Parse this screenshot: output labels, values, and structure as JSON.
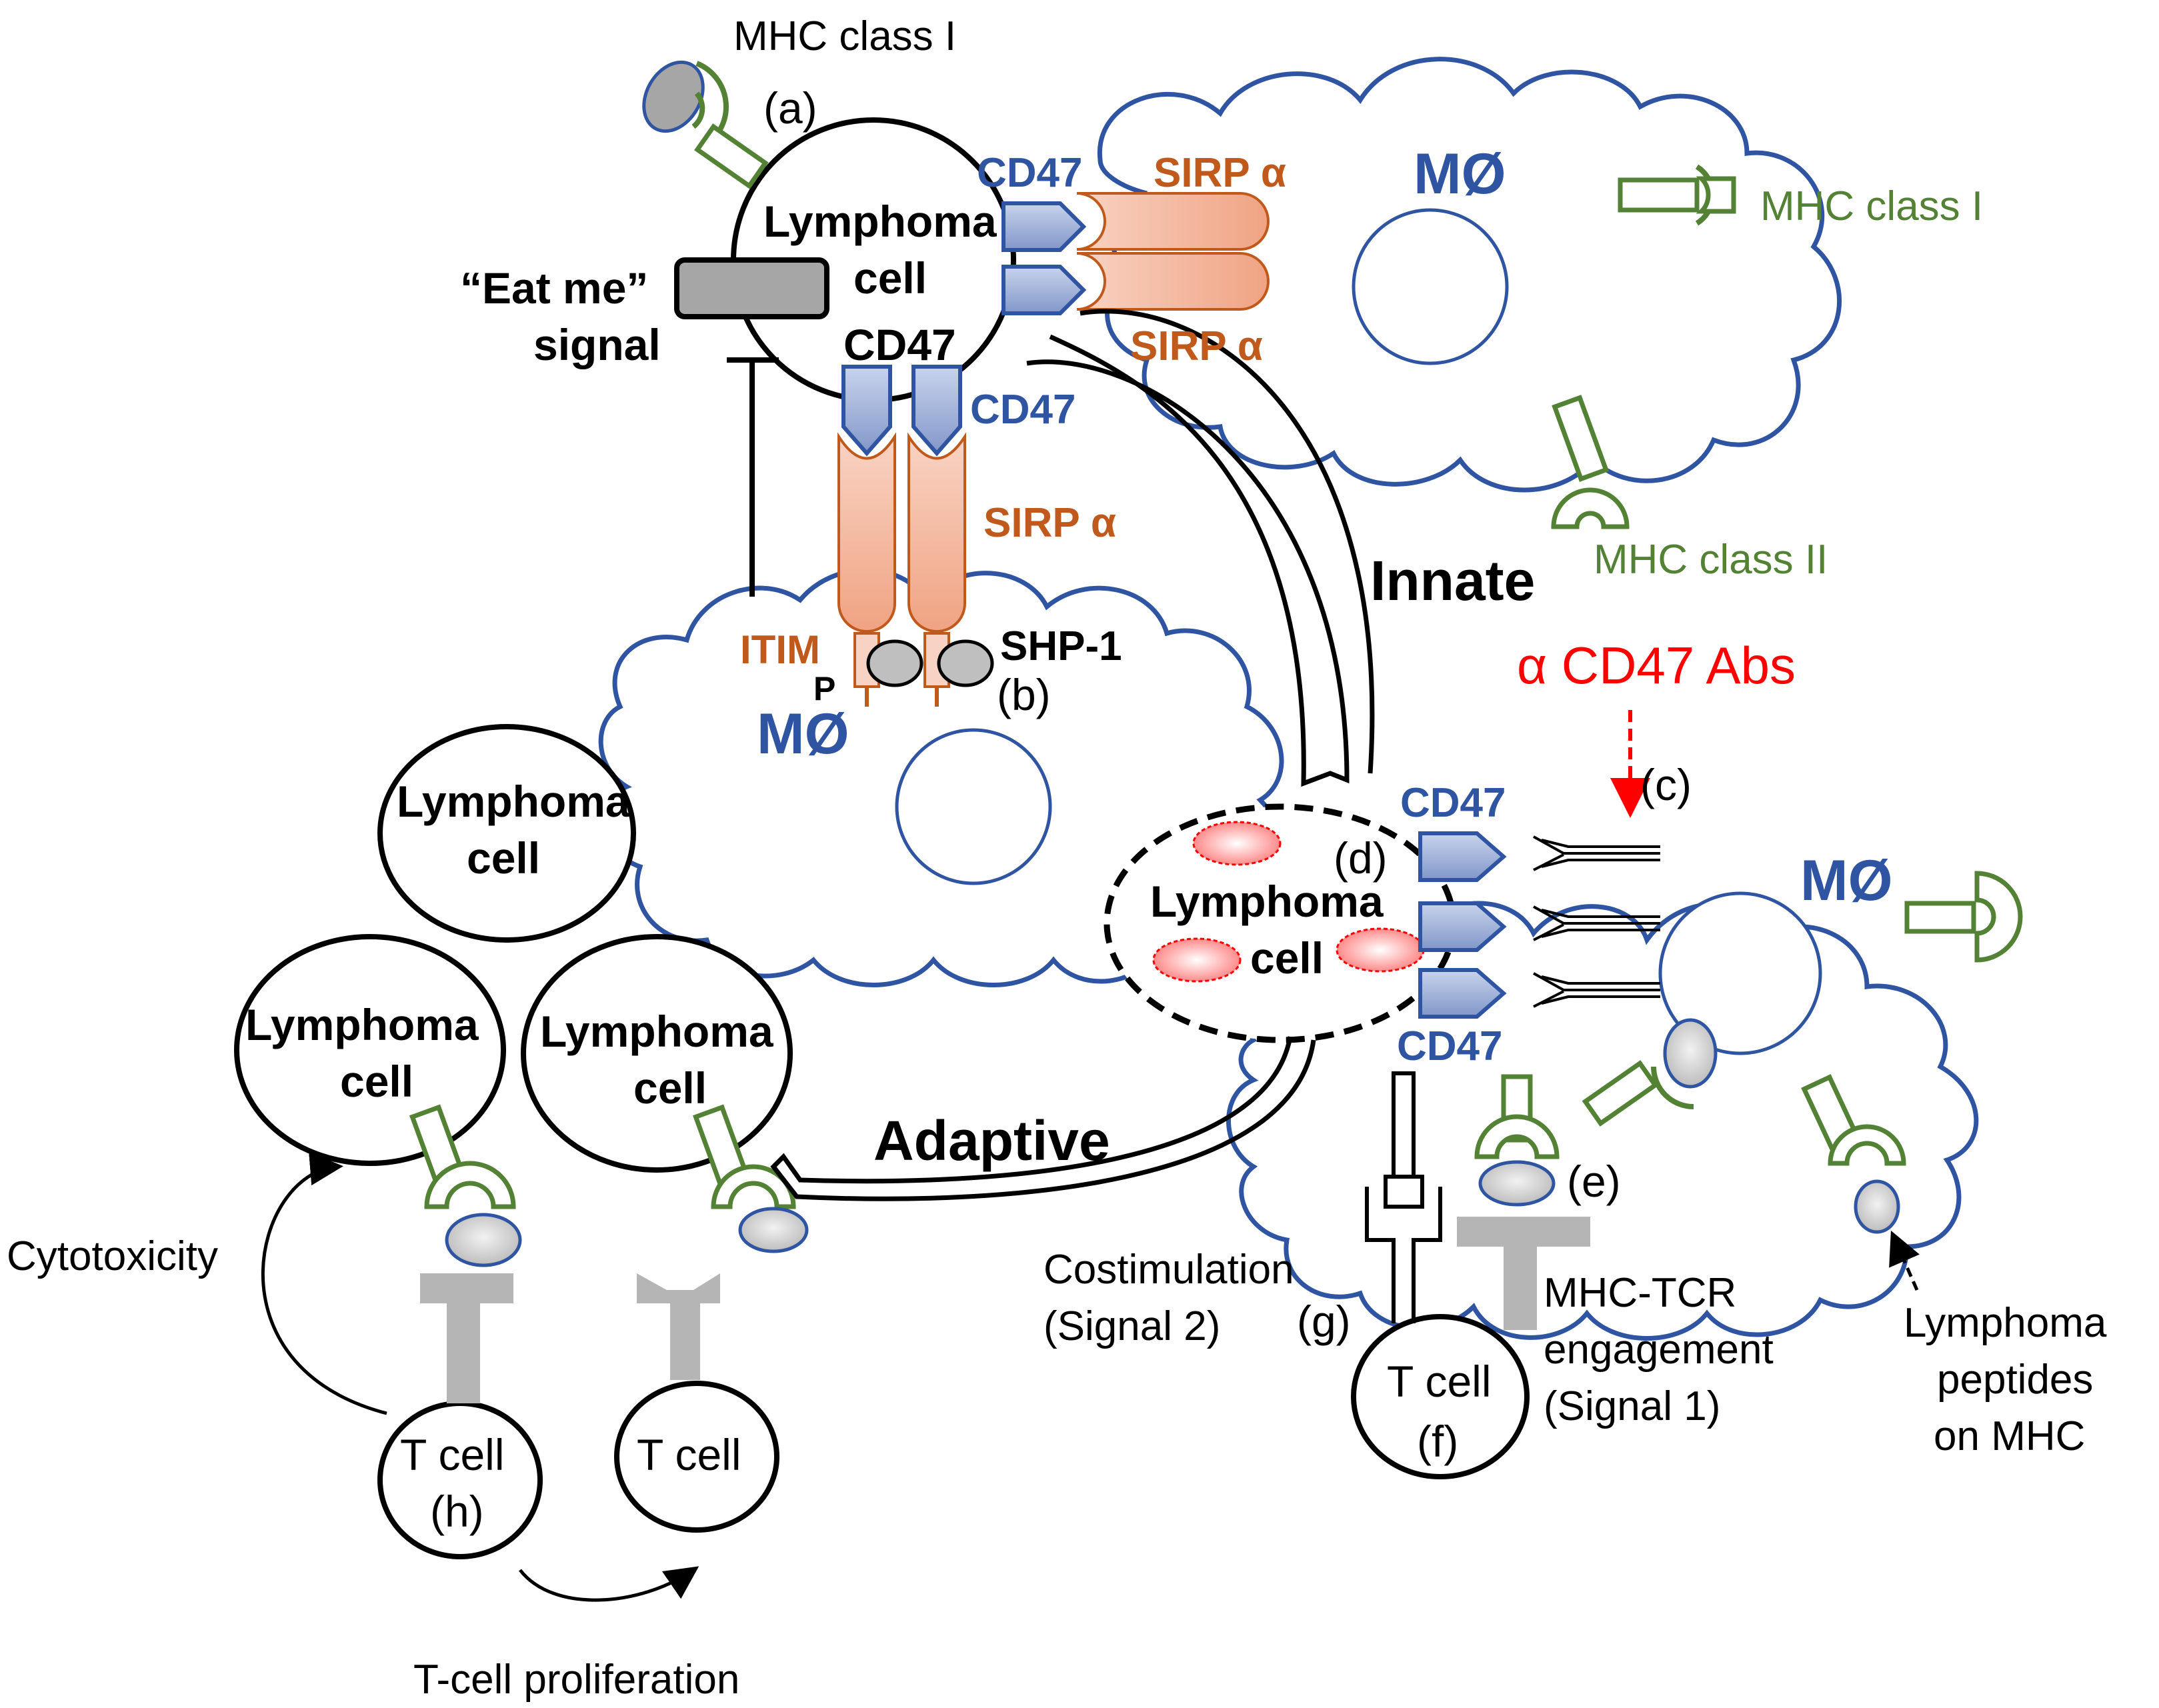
{
  "colors": {
    "macrophage": "#2f55a2",
    "cd47_fill": "#9aaed6",
    "sirpa_orange": "#c05a1c",
    "sirpa_fill": "#f3b59b",
    "mhc_green": "#548235",
    "antibody_red": "#ff0000",
    "tcr_gray": "#b5b5b5",
    "peptide_fill": "#d9d9d9",
    "black": "#000000"
  },
  "labels": {
    "mhc_class_i_top": "MHC class I",
    "label_a": "(a)",
    "lymphoma_cell_top_line1": "Lymphoma",
    "lymphoma_cell_top_line2": "cell",
    "eat_me_line1": "“Eat me”",
    "eat_me_line2": "signal",
    "cd47_top_right": "CD47",
    "sirpa_top_1": "SIRP α",
    "sirpa_top_2": "SIRP α",
    "mo_top": "MØ",
    "mhc_class_i_right": "MHC class I",
    "cd47_center": "CD47",
    "cd47_right": "CD47",
    "sirpa_mid": "SIRP α",
    "mhc_class_ii": "MHC class II",
    "innate": "Innate",
    "itim": "ITIM",
    "p": "P",
    "shp1": "SHP-1",
    "label_b": "(b)",
    "mo_mid": "MØ",
    "anti_cd47": "α CD47 Abs",
    "label_c": "(c)",
    "label_d": "(d)",
    "cd47_lower_1": "CD47",
    "cd47_lower_2": "CD47",
    "mo_right": "MØ",
    "lymphoma_dashed_line1": "Lymphoma",
    "lymphoma_dashed_line2": "cell",
    "lymphoma_left_1_line1": "Lymphoma",
    "lymphoma_left_1_line2": "cell",
    "lymphoma_left_2_line1": "Lymphoma",
    "lymphoma_left_2_line2": "cell",
    "lymphoma_left_3_line1": "Lymphoma",
    "lymphoma_left_3_line2": "cell",
    "adaptive": "Adaptive",
    "label_e": "(e)",
    "costim_line1": "Costimulation",
    "costim_line2": "(Signal 2)",
    "label_g": "(g)",
    "mhc_tcr_line1": "MHC-TCR",
    "mhc_tcr_line2": "engagement",
    "mhc_tcr_line3": "(Signal 1)",
    "lymphoma_peptides_line1": "Lymphoma",
    "lymphoma_peptides_line2": "peptides",
    "lymphoma_peptides_line3": "on MHC",
    "tcell_f_line1": "T cell",
    "tcell_f_line2": "(f)",
    "cytotoxicity": "Cytotoxicity",
    "tcell_h_line1": "T cell",
    "tcell_h_line2": "(h)",
    "tcell_plain": "T cell",
    "tcell_proliferation": "T-cell proliferation"
  }
}
